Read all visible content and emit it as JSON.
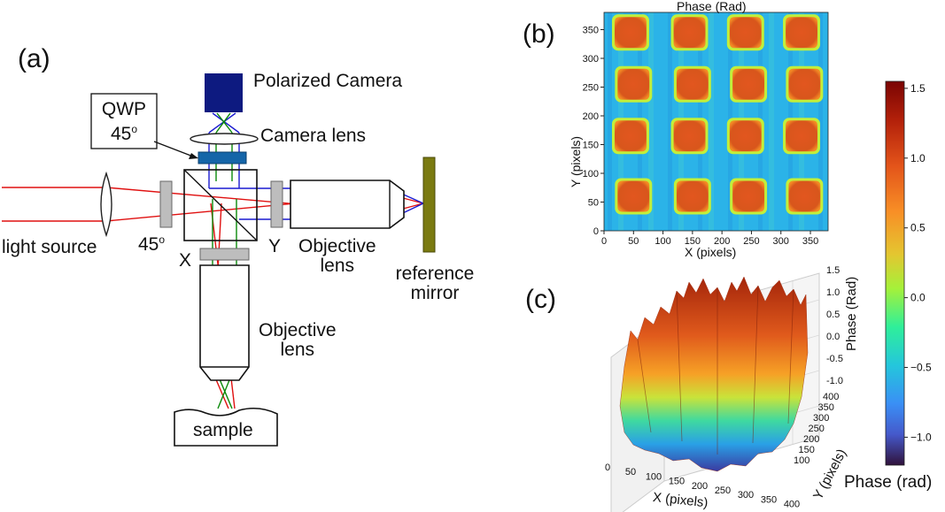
{
  "panels": {
    "a": "(a)",
    "b": "(b)",
    "c": "(c)"
  },
  "diagram": {
    "polarized_camera": "Polarized Camera",
    "camera_lens": "Camera lens",
    "qwp_line1": "QWP",
    "qwp_line2": "45",
    "degree": "o",
    "light_source": "light source",
    "polarizer_45": "45",
    "label_x": "X",
    "label_y": "Y",
    "objective_right_1": "Objective",
    "objective_right_2": "lens",
    "reference_1": "reference",
    "reference_2": "mirror",
    "objective_bottom_1": "Objective",
    "objective_bottom_2": "lens",
    "sample": "sample"
  },
  "colors": {
    "red_beam": "#e01010",
    "blue_beam": "#1a1ad0",
    "green_beam": "#0a8a0a",
    "camera": "#0d1a80",
    "qwp": "#1565a8",
    "mirror": "#7a7a10",
    "gray_plate": "#bdbdbd"
  },
  "chart_data": [
    {
      "type": "heatmap",
      "title": "Phase (Rad)",
      "xlabel": "X (pixels)",
      "ylabel": "Y (pixels)",
      "xlim": [
        0,
        380
      ],
      "ylim": [
        0,
        380
      ],
      "xticks": [
        0,
        50,
        100,
        150,
        200,
        250,
        300,
        350
      ],
      "yticks": [
        0,
        50,
        100,
        150,
        200,
        250,
        300,
        350
      ],
      "grid_rows": 4,
      "grid_cols": 4,
      "square_phase": 1.3,
      "background_phase": -0.6
    },
    {
      "type": "surface",
      "xlabel": "X (pixels)",
      "ylabel": "Y (pixels)",
      "zlabel": "Phase (Rad)",
      "xticks": [
        0,
        50,
        100,
        150,
        200,
        250,
        300,
        350,
        400
      ],
      "yticks": [
        100,
        150,
        200,
        250,
        300,
        350,
        400
      ],
      "zticks": [
        1.5,
        1.0,
        0.5,
        0.0,
        -0.5,
        -1.0
      ],
      "zlim": [
        -1.2,
        1.6
      ]
    },
    {
      "type": "colorbar",
      "label": "Phase (rad)",
      "range": [
        -1.2,
        1.55
      ],
      "ticks": [
        1.5,
        1.0,
        0.5,
        0.0,
        -0.5,
        -1.0
      ],
      "tick_labels": [
        "1.5",
        "1.0",
        "0.5",
        "0.0",
        "−0.5",
        "−1.0"
      ]
    }
  ]
}
